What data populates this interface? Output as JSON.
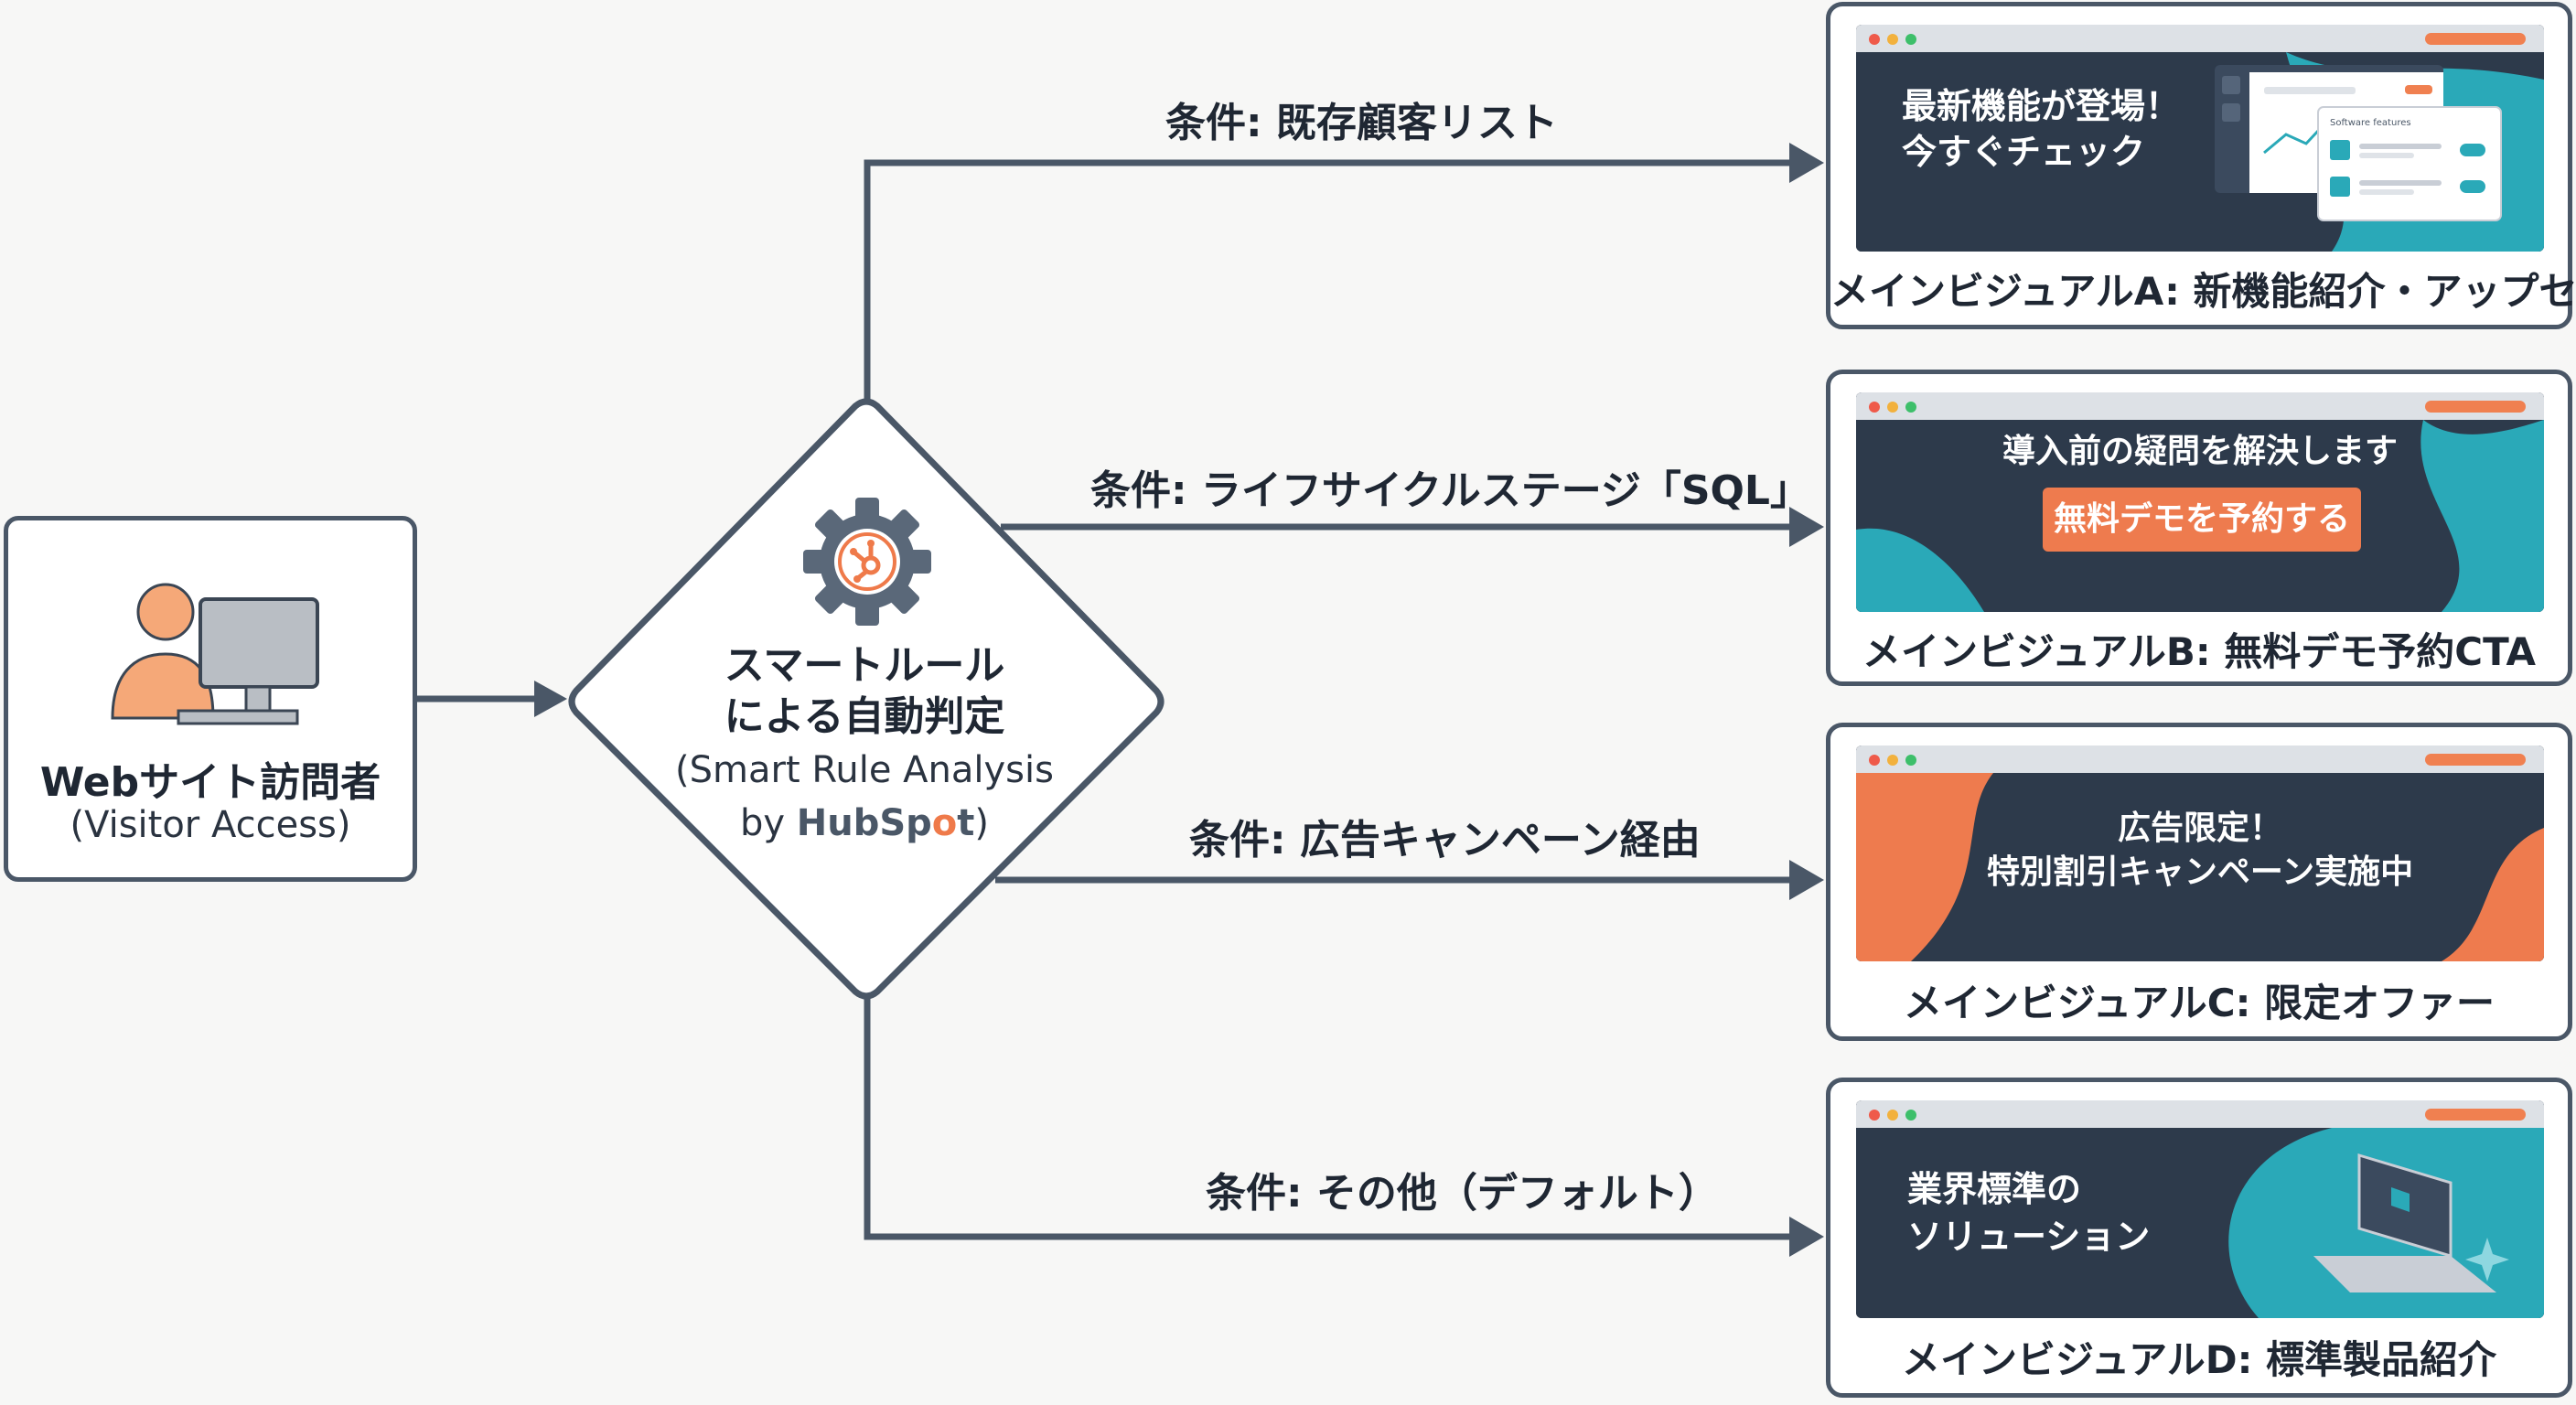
{
  "visitor": {
    "title": "Webサイト訪問者",
    "subtitle": "(Visitor Access)"
  },
  "decision": {
    "title_line1": "スマートルール",
    "title_line2": "による自動判定",
    "subtitle_line1": "(Smart Rule Analysis",
    "subtitle_by": "by ",
    "brand_a": "HubSp",
    "brand_mark": "o",
    "brand_b": "t",
    "subtitle_close": ")"
  },
  "conditions": [
    {
      "label": "条件: 既存顧客リスト"
    },
    {
      "label": "条件: ライフサイクルステージ「SQL」"
    },
    {
      "label": "条件: 広告キャンペーン経由"
    },
    {
      "label": "条件: その他（デフォルト）"
    }
  ],
  "cards": [
    {
      "banner_line1": "最新機能が登場！",
      "banner_line2": "今すぐチェック",
      "mock_label": "Software features",
      "caption": "メインビジュアルA: 新機能紹介・アップセル"
    },
    {
      "banner_line1": "導入前の疑問を解決します",
      "cta_label": "無料デモを予約する",
      "caption": "メインビジュアルB: 無料デモ予約CTA"
    },
    {
      "banner_line1": "広告限定！",
      "banner_line2": "特別割引キャンペーン実施中",
      "caption": "メインビジュアルC: 限定オファー"
    },
    {
      "banner_line1": "業界標準の",
      "banner_line2": "ソリューション",
      "caption": "メインビジュアルD: 標準製品紹介"
    }
  ],
  "colors": {
    "line": "#4a5767",
    "accent_orange": "#ee7b4e",
    "banner_dark": "#2d3a4b",
    "banner_teal": "#2aa9b8"
  },
  "icons": [
    "user-at-computer-icon",
    "gear-hubspot-icon",
    "arrow-right-icon"
  ]
}
